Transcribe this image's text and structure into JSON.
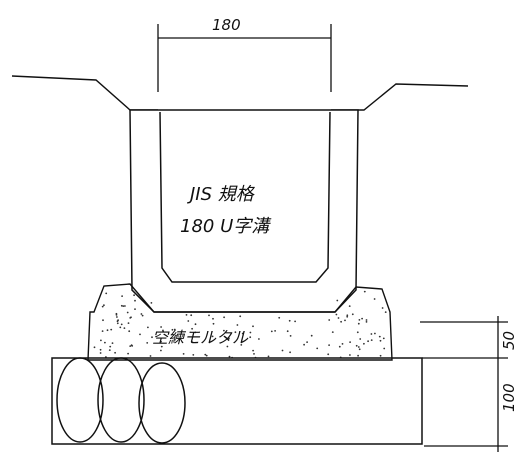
{
  "dimensions": {
    "top_width": "180",
    "mortar_height": "50",
    "base_height": "100"
  },
  "labels": {
    "product_line1": "JIS 規格",
    "product_line2": "180 U字溝",
    "mortar": "空練モルタル"
  },
  "colors": {
    "ink": "#111111",
    "paper": "#ffffff",
    "dots": "#333333"
  }
}
